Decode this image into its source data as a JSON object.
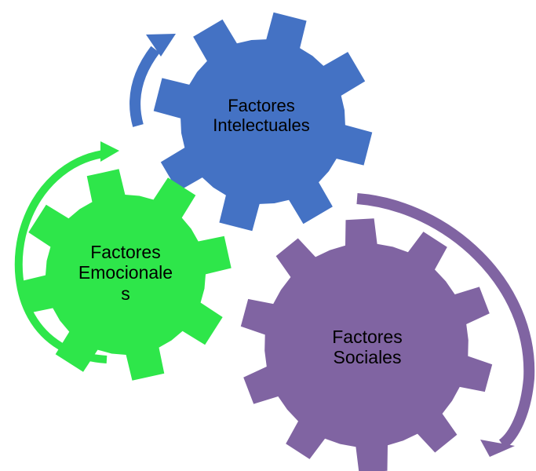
{
  "diagram": {
    "colors": {
      "intelectuales": "#4472C4",
      "emocionales": "#2EE64A",
      "sociales": "#8064A2",
      "background": "#FFFFFF"
    },
    "gears": {
      "intelectuales": {
        "label": "Factores\nIntelectuales",
        "icon": "gear-icon"
      },
      "emocionales": {
        "label": "Factores\nEmocionale\ns",
        "icon": "gear-icon"
      },
      "sociales": {
        "label": "Factores\nSociales",
        "icon": "gear-icon"
      }
    },
    "arrows": {
      "intelectuales": "circular-arrow-icon",
      "emocionales": "circular-arrow-icon",
      "sociales": "circular-arrow-icon"
    }
  }
}
